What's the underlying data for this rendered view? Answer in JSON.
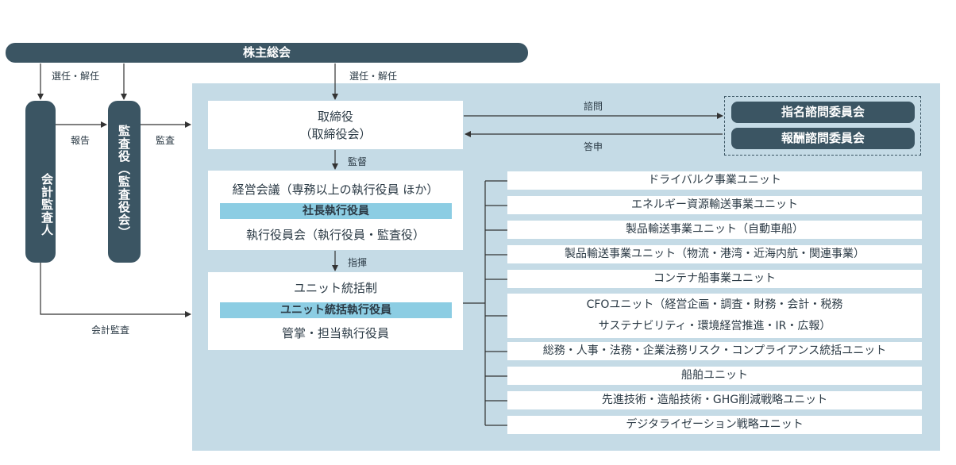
{
  "top_bar": "株主総会",
  "auditor": "会計監査人",
  "kansayaku": "監査役（監査役会）",
  "labels": {
    "elect_left": "選任・解任",
    "elect_center": "選任・解任",
    "report": "報告",
    "audit": "監査",
    "consult": "諮問",
    "answer": "答申",
    "supervise": "監督",
    "command": "指揮",
    "account_audit": "会計監査"
  },
  "board": {
    "line1": "取締役",
    "line2": "（取締役会）"
  },
  "mgmt": {
    "line1": "経営会議（専務以上の執行役員 ほか）",
    "band": "社長執行役員",
    "line2": "執行役員会（執行役員・監査役）"
  },
  "unit_sys": {
    "line1": "ユニット統括制",
    "band": "ユニット統括執行役員",
    "line2": "管掌・担当執行役員"
  },
  "committees": [
    "指名諮問委員会",
    "報酬諮問委員会"
  ],
  "units": [
    "ドライバルク事業ユニット",
    "エネルギー資源輸送事業ユニット",
    "製品輸送事業ユニット（自動車船）",
    "製品輸送事業ユニット（物流・港湾・近海内航・関連事業）",
    "コンテナ船事業ユニット",
    "CFOユニット（経営企画・調査・財務・会計・税務",
    "サステナビリティ・環境経営推進・IR・広報）",
    "総務・人事・法務・企業法務リスク・コンプライアンス統括ユニット",
    "船舶ユニット",
    "先進技術・造船技術・GHG削減戦略ユニット",
    "デジタライゼーション戦略ユニット"
  ],
  "colors": {
    "dark": "#3b5563",
    "panel": "#c5dbe6",
    "band": "#8ccde3"
  }
}
